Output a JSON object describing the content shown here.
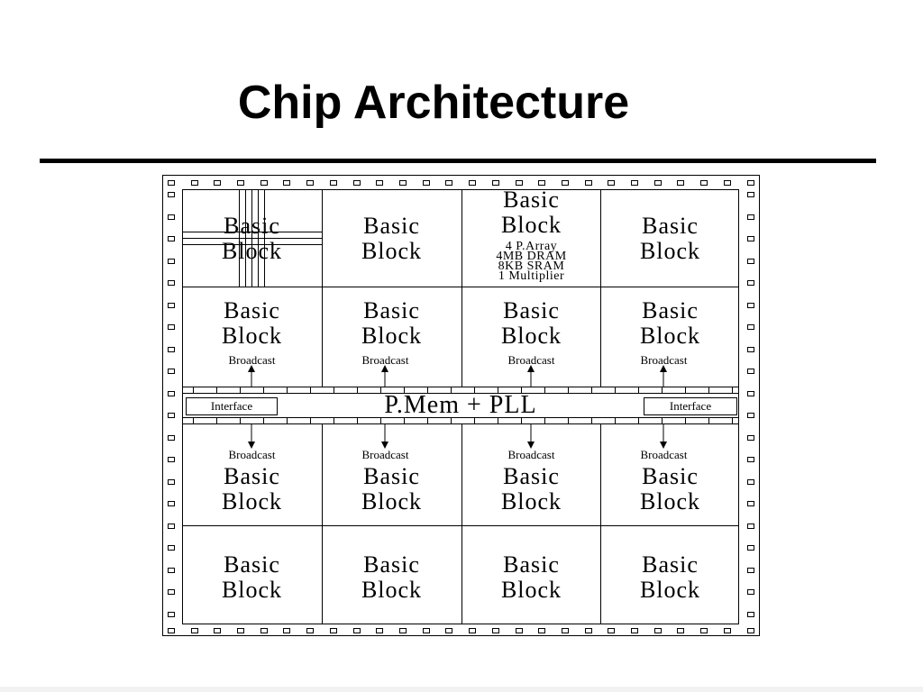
{
  "slide": {
    "title": "Chip Architecture"
  },
  "diagram": {
    "block_label_line1": "Basic",
    "block_label_line2": "Block",
    "block_detail": [
      "4 P.Array",
      "4MB DRAM",
      "8KB SRAM",
      "1 Multiplier"
    ],
    "broadcast_label": "Broadcast",
    "center_bus_label": "P.Mem + PLL",
    "interface_label": "Interface",
    "grid_rows": 4,
    "grid_cols": 4
  }
}
